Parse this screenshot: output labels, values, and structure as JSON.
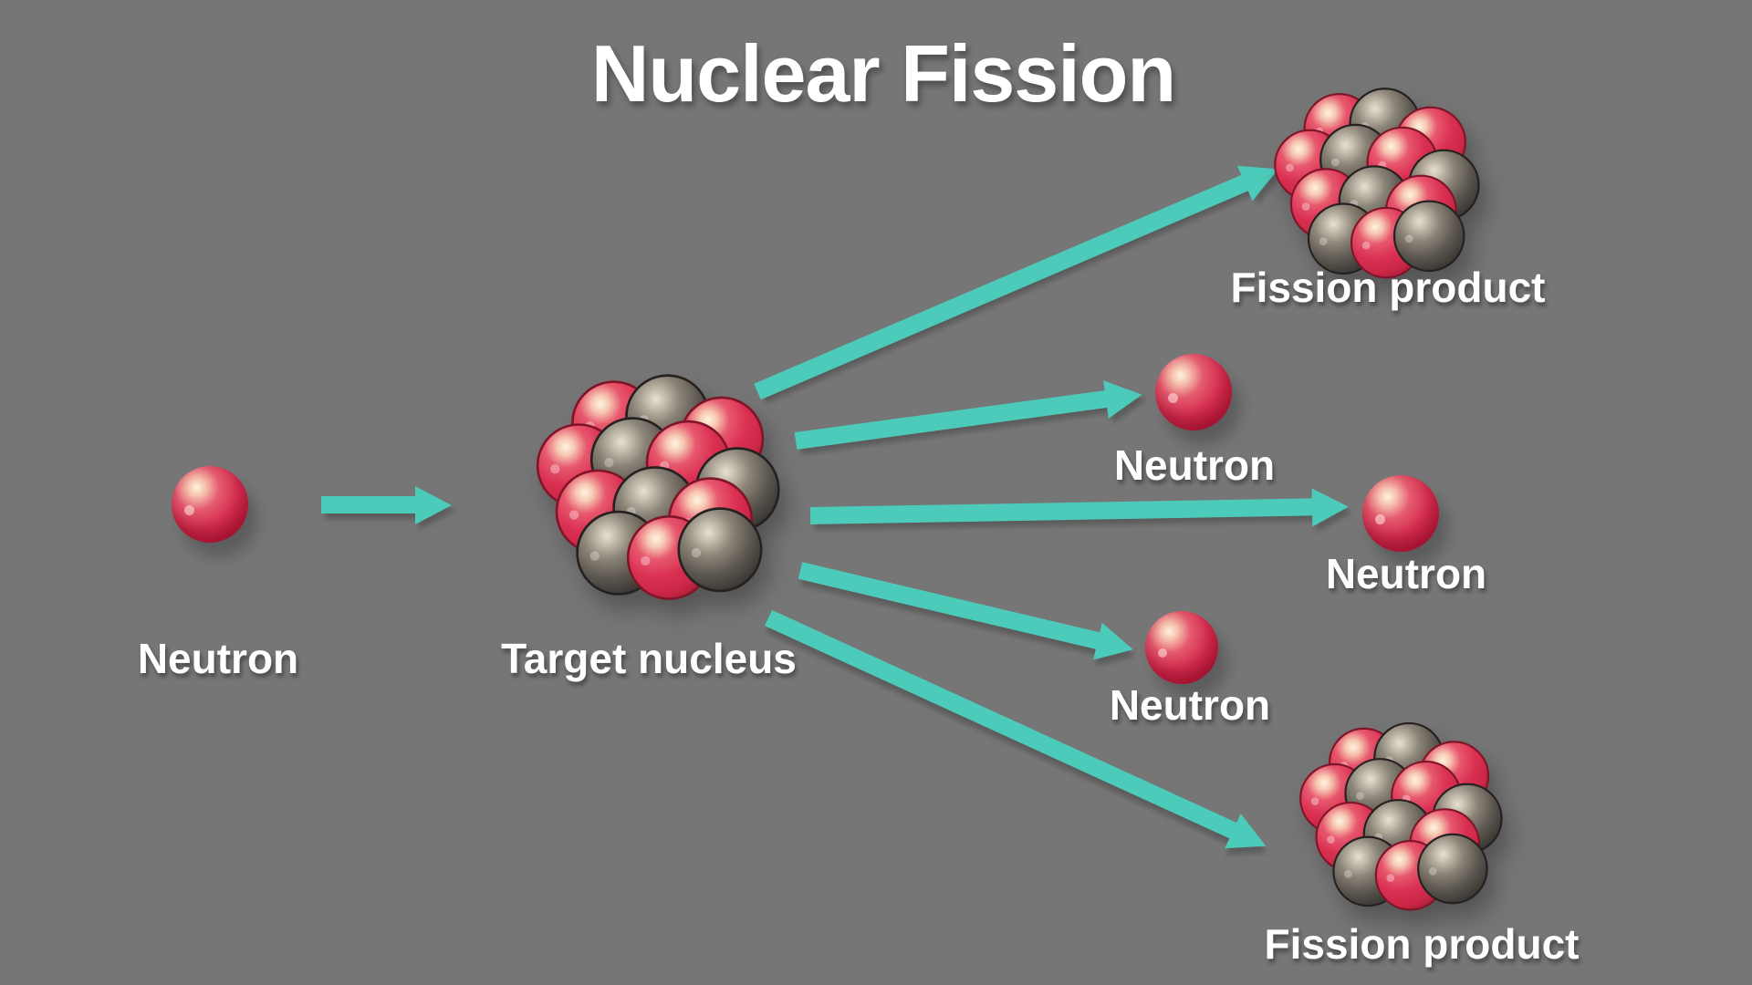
{
  "diagram": {
    "title": "Nuclear Fission",
    "nodes": [
      {
        "id": "input-neutron",
        "type": "particle",
        "label": "Neutron"
      },
      {
        "id": "target-nucleus",
        "type": "nucleus",
        "label": "Target nucleus"
      },
      {
        "id": "fission-product-top",
        "type": "nucleus",
        "label": "Fission product"
      },
      {
        "id": "emitted-neutron-upper",
        "type": "particle",
        "label": "Neutron"
      },
      {
        "id": "emitted-neutron-right",
        "type": "particle",
        "label": "Neutron"
      },
      {
        "id": "emitted-neutron-lower",
        "type": "particle",
        "label": "Neutron"
      },
      {
        "id": "fission-product-bottom",
        "type": "nucleus",
        "label": "Fission product"
      }
    ],
    "edges": [
      {
        "from": "input-neutron",
        "to": "target-nucleus"
      },
      {
        "from": "target-nucleus",
        "to": "fission-product-top"
      },
      {
        "from": "target-nucleus",
        "to": "emitted-neutron-upper"
      },
      {
        "from": "target-nucleus",
        "to": "emitted-neutron-right"
      },
      {
        "from": "target-nucleus",
        "to": "emitted-neutron-lower"
      },
      {
        "from": "target-nucleus",
        "to": "fission-product-bottom"
      }
    ],
    "colors": {
      "background": "#767676",
      "arrow": "#4dcbba",
      "label_text": "#ffffff",
      "proton_red": "#d93051",
      "nucleon_gray": "#57524c"
    }
  }
}
